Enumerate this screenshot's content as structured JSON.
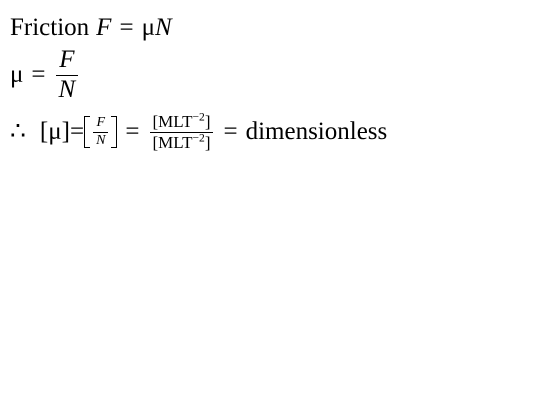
{
  "line1": {
    "word": "Friction",
    "lhs": "F",
    "equals": "=",
    "rhs_mu": "μ",
    "rhs_n": "N"
  },
  "line2": {
    "lhs": "μ",
    "equals": "=",
    "numerator": "F",
    "denominator": "N"
  },
  "line3": {
    "therefore": "∴",
    "dim_mu": "[μ]=",
    "inner_numerator": "F",
    "inner_denominator": "N",
    "equals1": "=",
    "frac_numerator_base": "[MLT",
    "frac_numerator_exp": "−2",
    "frac_numerator_close": "]",
    "frac_denominator_base": "[MLT",
    "frac_denominator_exp": "−2",
    "frac_denominator_close": "]",
    "equals2": "=",
    "result": "dimensionless"
  }
}
